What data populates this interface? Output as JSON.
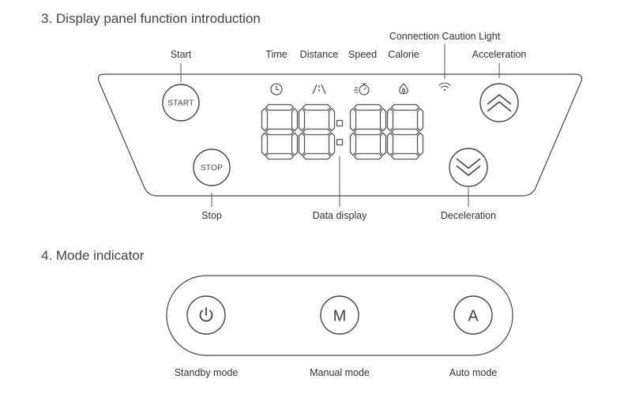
{
  "sections": {
    "display": {
      "heading": "3. Display panel function introduction"
    },
    "mode": {
      "heading": "4. Mode indicator"
    }
  },
  "display_labels": {
    "start": "Start",
    "time": "Time",
    "distance": "Distance",
    "speed": "Speed",
    "calorie": "Calorie",
    "connection": "Connection Caution Light",
    "acceleration": "Acceleration",
    "stop": "Stop",
    "data_display": "Data display",
    "deceleration": "Deceleration"
  },
  "buttons": {
    "start": "START",
    "stop": "STOP"
  },
  "mode_labels": {
    "standby": "Standby mode",
    "manual": "Manual mode",
    "auto": "Auto mode"
  },
  "mode_buttons": {
    "manual": "M",
    "auto": "A"
  },
  "icons": [
    "clock-icon",
    "road-icon",
    "speedometer-icon",
    "flame-icon",
    "wifi-icon",
    "double-chevron-up-icon",
    "double-chevron-down-icon",
    "power-icon"
  ],
  "colors": {
    "line": "#444444",
    "segment": "#555555"
  }
}
